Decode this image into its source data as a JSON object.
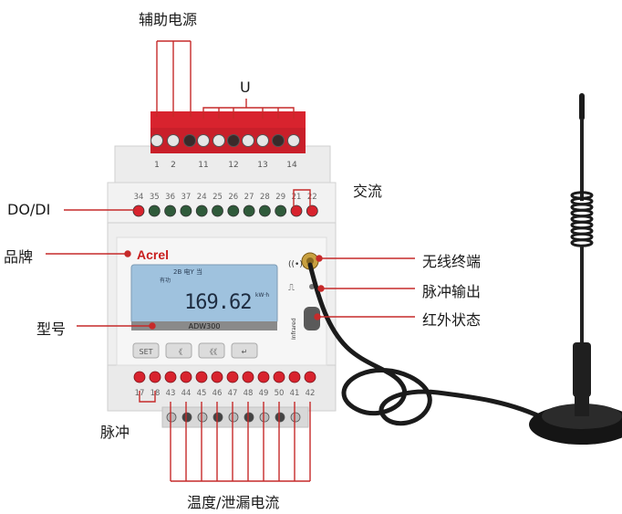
{
  "labels": {
    "aux_power": "辅助电源",
    "voltage": "U",
    "ac": "交流",
    "do_di": "DO/DI",
    "brand": "品牌",
    "model": "型号",
    "wireless": "无线终端",
    "pulse_out": "脉冲输出",
    "infrared_state": "红外状态",
    "pulse": "脉冲",
    "temp_leak": "温度/泄漏电流"
  },
  "device": {
    "brand": "Acrel",
    "model": "ADW300",
    "reading": "169.62",
    "unit": "kW·h",
    "lcd_icons": "2B 电Y 当",
    "lcd_sub": "有功",
    "infrared_text": "Infrared",
    "buttons": [
      "SET",
      "《",
      "《《",
      "↵"
    ]
  },
  "terminals": {
    "top": [
      "1",
      "2",
      "11",
      "12",
      "13",
      "14"
    ],
    "middle": [
      "34",
      "35",
      "36",
      "37",
      "24",
      "25",
      "26",
      "27",
      "28",
      "29",
      "21",
      "22"
    ],
    "bottom": [
      "17",
      "18",
      "43",
      "44",
      "45",
      "46",
      "47",
      "48",
      "49",
      "50",
      "41",
      "42"
    ]
  },
  "colors": {
    "terminal_red": "#d8232e",
    "leader_red": "#c62a2a",
    "housing": "#e8e8e8",
    "lcd": "#9fc2de",
    "antenna": "#1b1b1b"
  }
}
